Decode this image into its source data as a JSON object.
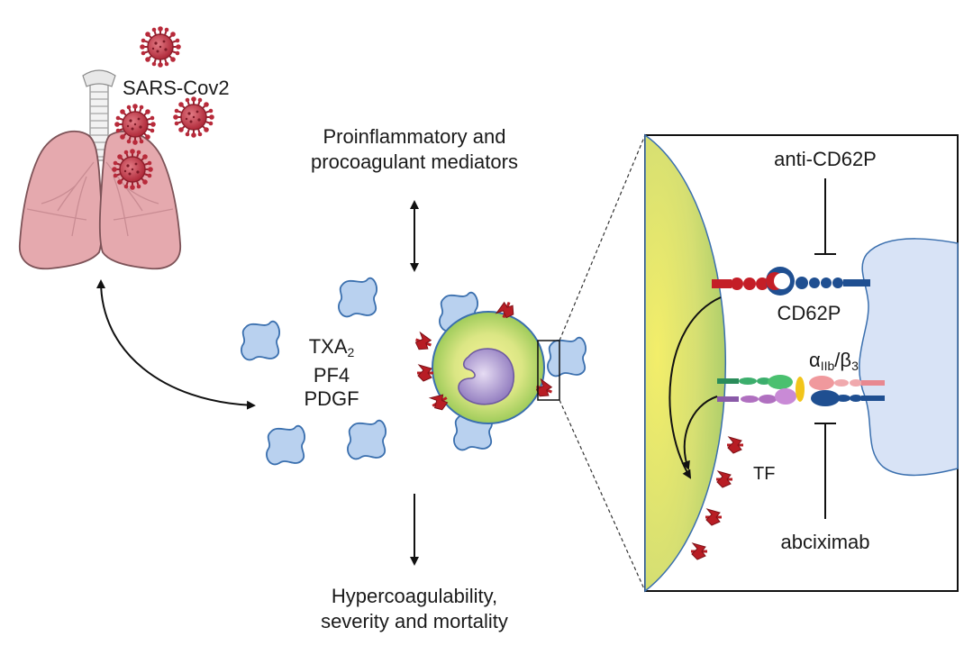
{
  "virus_label": "SARS-Cov2",
  "top_label": {
    "line1": "Proinflammatory and",
    "line2": "procoagulant mediators"
  },
  "bottom_label": {
    "line1": "Hypercoagulability,",
    "line2": "severity and mortality"
  },
  "mediators": {
    "txa_base": "TXA",
    "txa_sub": "2",
    "pf4": "PF4",
    "pdgf": "PDGF"
  },
  "inset": {
    "anti_cd62p": "anti-CD62P",
    "cd62p": "CD62P",
    "integrin_alpha": "α",
    "integrin_alpha_sub": "IIb",
    "integrin_sep": "/β",
    "integrin_beta_sub": "3",
    "tf": "TF",
    "abciximab": "abciximab"
  },
  "colors": {
    "lung": "#e5a9ae",
    "lung_outline": "#7d5358",
    "virus": "#c23a49",
    "platelet": "#b9d1ef",
    "platelet_outline": "#3a6fae",
    "cell_core": "#f5f08a",
    "cell_edge": "#9ecb5a",
    "nucleus": "#9b86c6",
    "tf_red": "#b81d24"
  }
}
